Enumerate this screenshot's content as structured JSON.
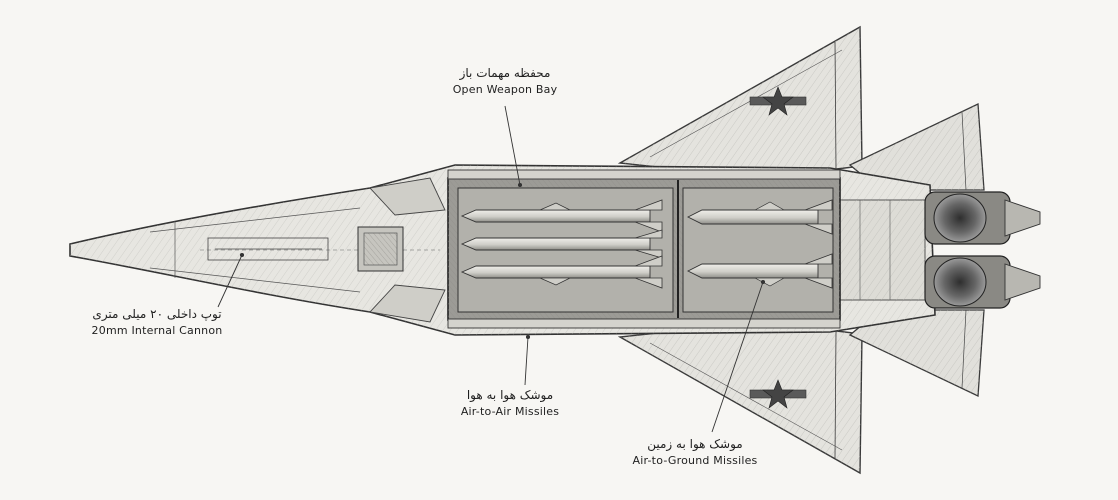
{
  "callouts": {
    "weapon_bay": {
      "fa": "محفظه مهمات باز",
      "en": "Open Weapon Bay"
    },
    "cannon": {
      "fa": "توپ داخلی ۲۰ میلی متری",
      "en": "20mm Internal Cannon"
    },
    "air_to_air": {
      "fa": "موشک هوا به هوا",
      "en": "Air-to-Air Missiles"
    },
    "air_to_ground": {
      "fa": "موشک هوا به زمین",
      "en": "Air-to-Ground Missiles"
    }
  },
  "icons": {
    "roundel": "red-star-insignia",
    "ink": "#3a3a3a",
    "fill": "#e4e3de",
    "paper": "#f7f6f3"
  }
}
